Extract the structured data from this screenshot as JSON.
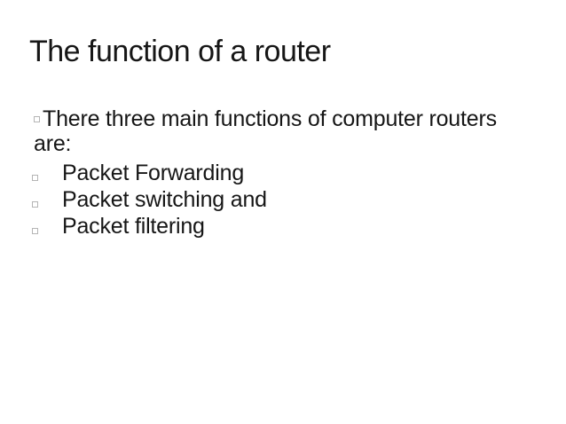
{
  "slide": {
    "title": "The function of a router",
    "intro": "There three main functions of computer routers are:",
    "bullets": [
      "Packet Forwarding",
      "Packet switching and",
      "Packet filtering"
    ]
  }
}
